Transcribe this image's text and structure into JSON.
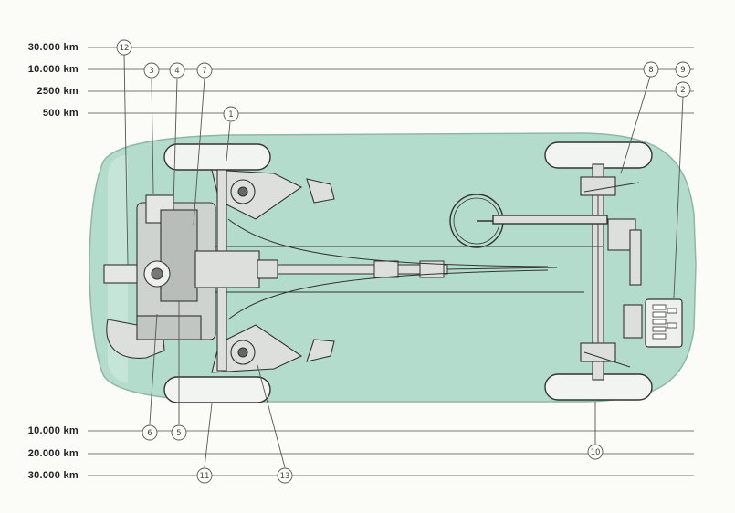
{
  "intervals_top": [
    {
      "label": "30.000 km"
    },
    {
      "label": "10.000 km"
    },
    {
      "label": "2500 km"
    },
    {
      "label": "500 km"
    }
  ],
  "intervals_bottom": [
    {
      "label": "10.000 km"
    },
    {
      "label": "20.000 km"
    },
    {
      "label": "30.000 km"
    }
  ],
  "callouts": {
    "c12": "12",
    "c3": "3",
    "c4": "4",
    "c7": "7",
    "c1": "1",
    "c8": "8",
    "c9": "9",
    "c2": "2",
    "c6": "6",
    "c5": "5",
    "c11": "11",
    "c13": "13",
    "c10": "10"
  },
  "colors": {
    "body": "#b4dccc",
    "line": "#555555",
    "metal": "#d9dcd8"
  }
}
